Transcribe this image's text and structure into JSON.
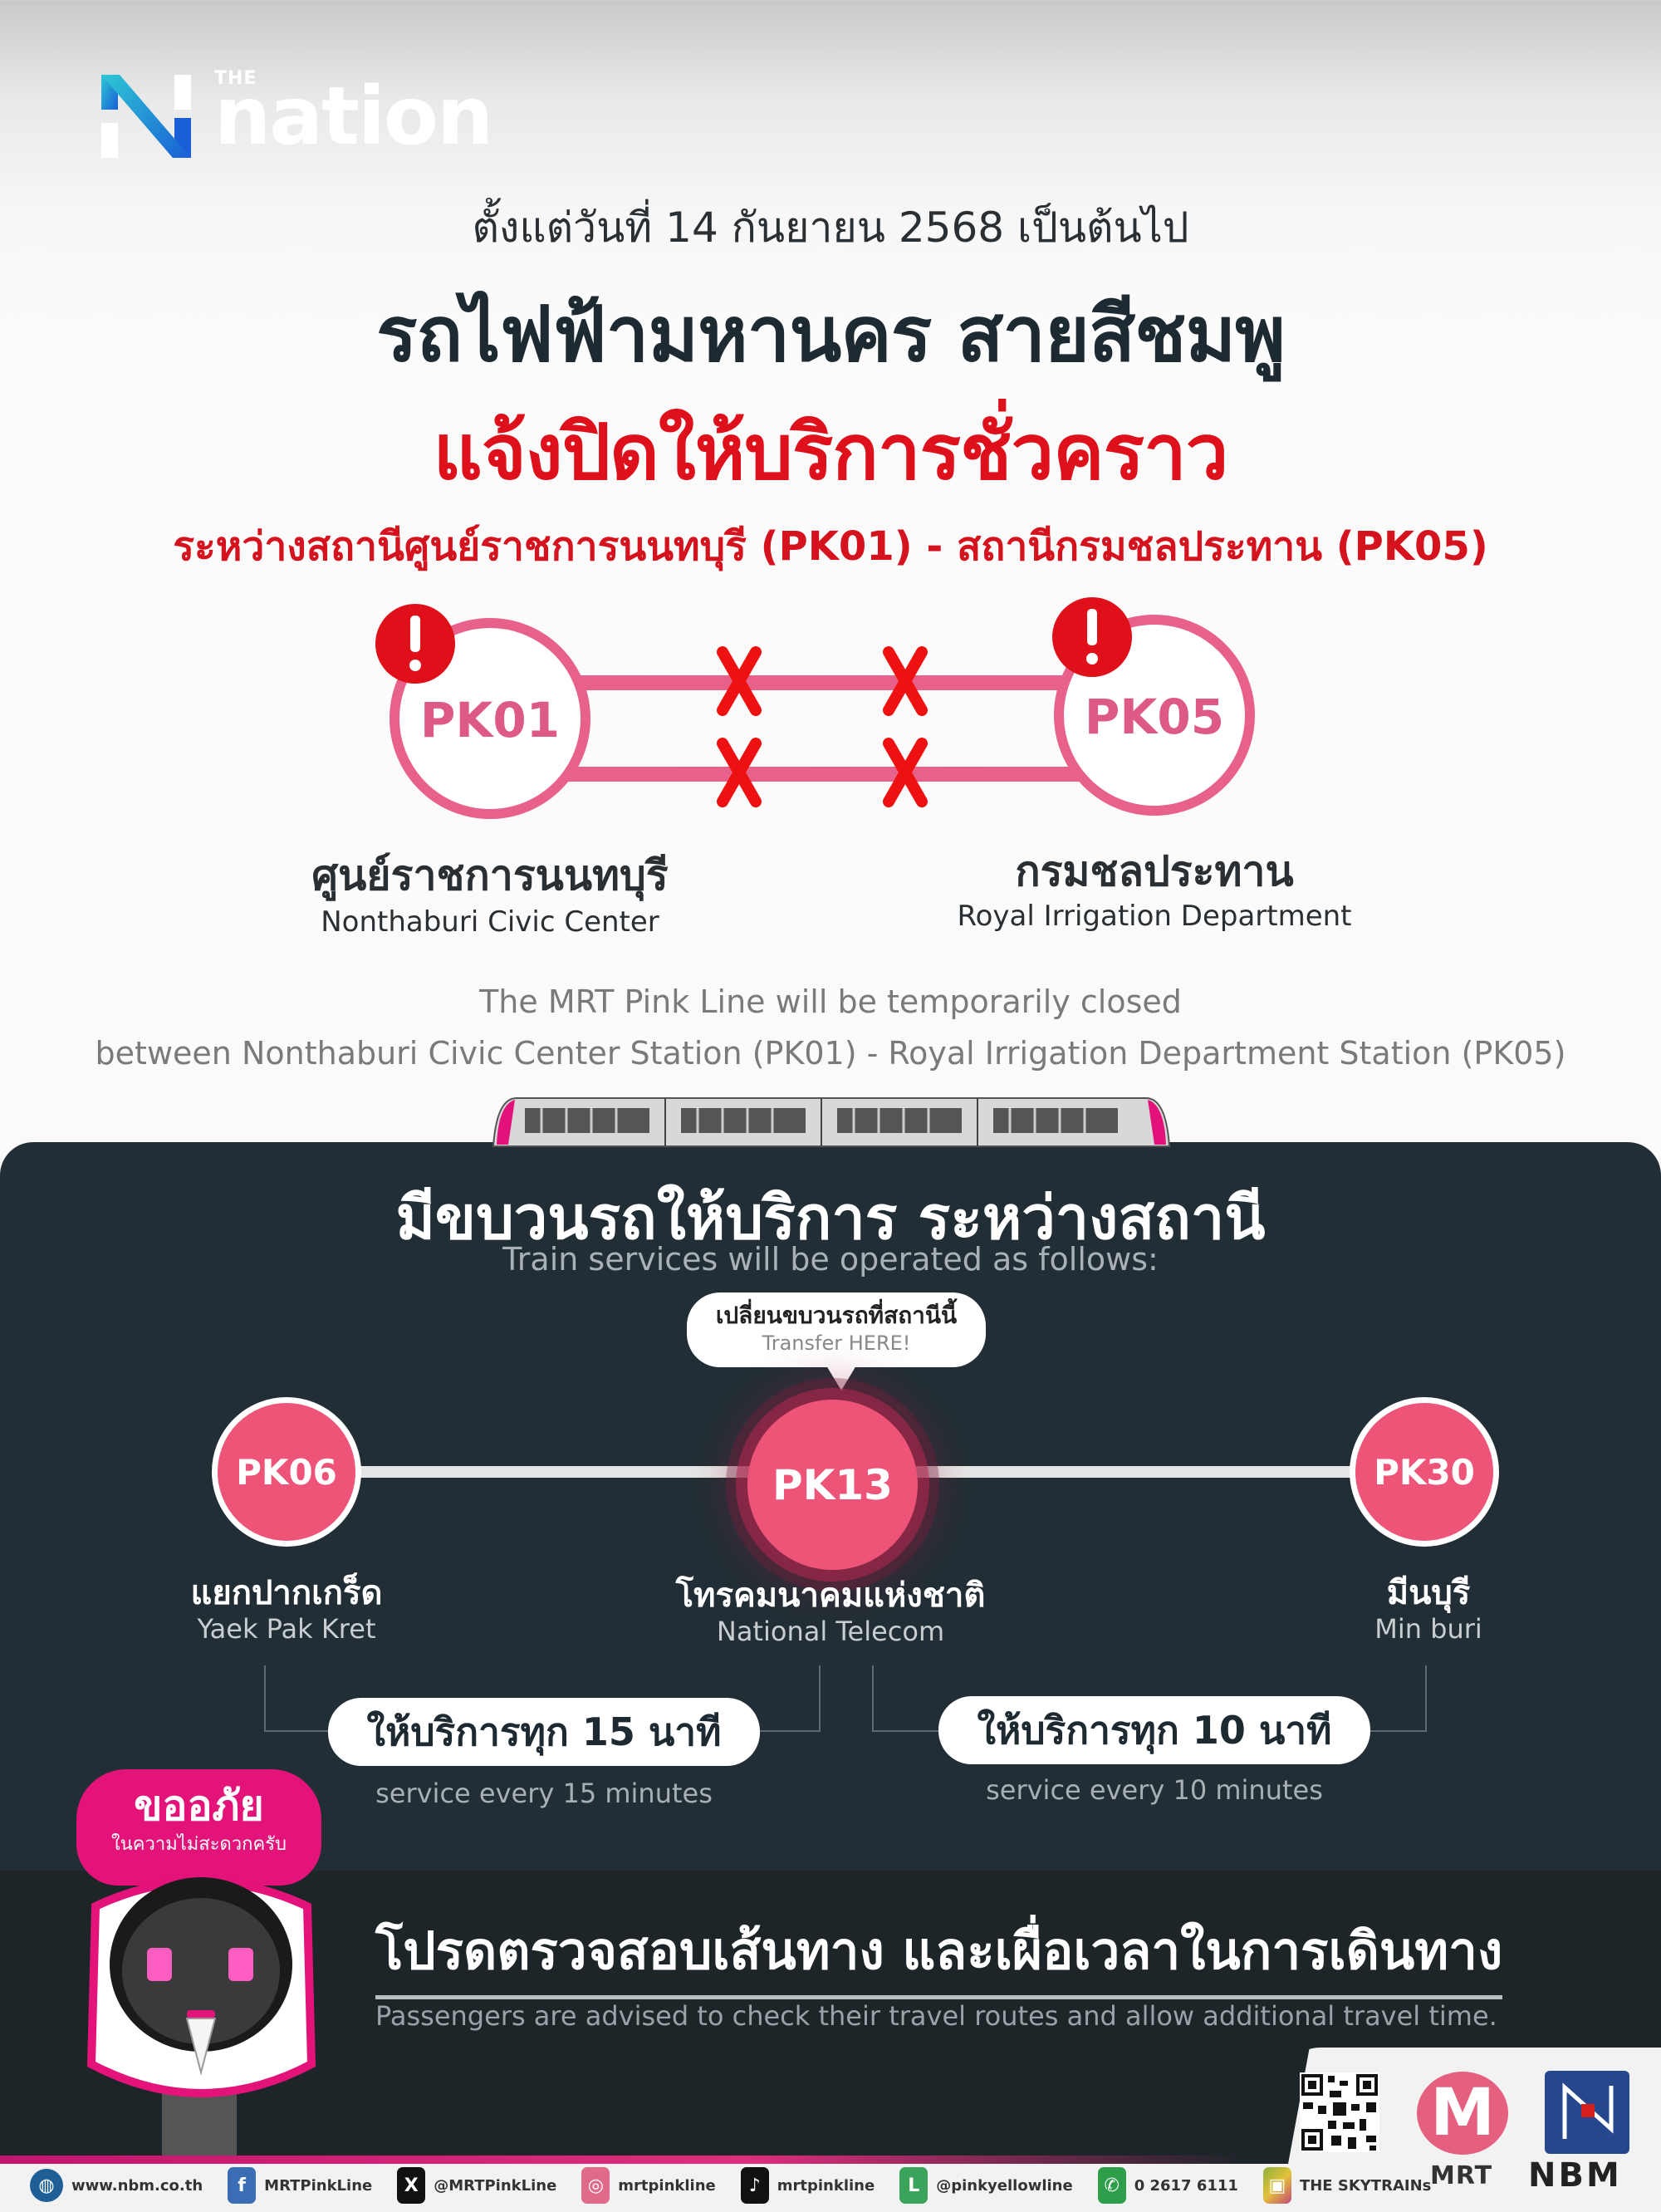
{
  "brand": {
    "the": "THE",
    "name": "nation",
    "mark_colors": [
      "#2ec7d4",
      "#1a5fd6"
    ]
  },
  "header": {
    "effective_date": "ตั้งแต่วันที่ 14 กันยายน 2568 เป็นต้นไป",
    "title_line1": "รถไฟฟ้ามหานคร สายสีชมพู",
    "title_line2": "แจ้งปิดให้บริการชั่วคราว",
    "title_line3": "ระหว่างสถานีศูนย์ราชการนนทบุรี (PK01) - สถานีกรมชลประทาน (PK05)"
  },
  "closed_segment": {
    "from": {
      "code": "PK01",
      "name_th": "ศูนย์ราชการนนทบุรี",
      "name_en": "Nonthaburi Civic Center",
      "alert_icon": "exclamation-icon"
    },
    "to": {
      "code": "PK05",
      "name_th": "กรมชลประทาน",
      "name_en": "Royal Irrigation Department",
      "alert_icon": "exclamation-icon"
    },
    "closure_marks": 4,
    "description_en_line1": "The MRT Pink Line will be temporarily closed",
    "description_en_line2": "between Nonthaburi Civic Center Station (PK01) - Royal Irrigation Department Station (PK05)"
  },
  "service": {
    "title_th": "มีขบวนรถให้บริการ ระหว่างสถานี",
    "title_en": "Train services will be operated as follows:",
    "transfer_bubble": {
      "th": "เปลี่ยนขบวนรถที่สถานีนี้",
      "en": "Transfer HERE!"
    },
    "stations": [
      {
        "code": "PK06",
        "name_th": "แยกปากเกร็ด",
        "name_en": "Yaek Pak Kret"
      },
      {
        "code": "PK13",
        "name_th": "โทรคมนาคมแห่งชาติ",
        "name_en": "National Telecom"
      },
      {
        "code": "PK30",
        "name_th": "มีนบุรี",
        "name_en": "Min buri"
      }
    ],
    "frequencies": [
      {
        "th": "ให้บริการทุก 15 นาที",
        "en": "service every 15 minutes"
      },
      {
        "th": "ให้บริการทุก 10 นาที",
        "en": "service every 10 minutes"
      }
    ]
  },
  "mascot": {
    "apology_th": "ขออภัย",
    "apology_sub": "ในความไม่สะดวกครับ"
  },
  "advice": {
    "th": "โปรดตรวจสอบเส้นทาง และเผื่อเวลาในการเดินทาง",
    "en": "Passengers are advised to check their travel routes and allow additional travel time."
  },
  "footer": {
    "links": [
      {
        "icon": "globe-icon",
        "label": "www.nbm.co.th",
        "color": "#1f5f96"
      },
      {
        "icon": "facebook-icon",
        "label": "MRTPinkLine",
        "color": "#3b6db4"
      },
      {
        "icon": "x-icon",
        "label": "@MRTPinkLine",
        "color": "#111111"
      },
      {
        "icon": "instagram-icon",
        "label": "mrtpinkline",
        "color": "#e06a8a"
      },
      {
        "icon": "tiktok-icon",
        "label": "mrtpinkline",
        "color": "#111111"
      },
      {
        "icon": "line-icon",
        "label": "@pinkyellowline",
        "color": "#3aa55a"
      },
      {
        "icon": "phone-icon",
        "label": "0 2617 6111",
        "color": "#2e9e4a"
      },
      {
        "icon": "skytrains-app-icon",
        "label": "THE SKYTRAINs",
        "color": "#8cae3c"
      }
    ],
    "mrt_label": "MRT",
    "mrt_letter": "M",
    "nbm_label": "NBM"
  },
  "colors": {
    "pink": "#ee5478",
    "alert_red": "#dd101b",
    "dark_panel": "#222e35",
    "magenta": "#e3137a"
  }
}
